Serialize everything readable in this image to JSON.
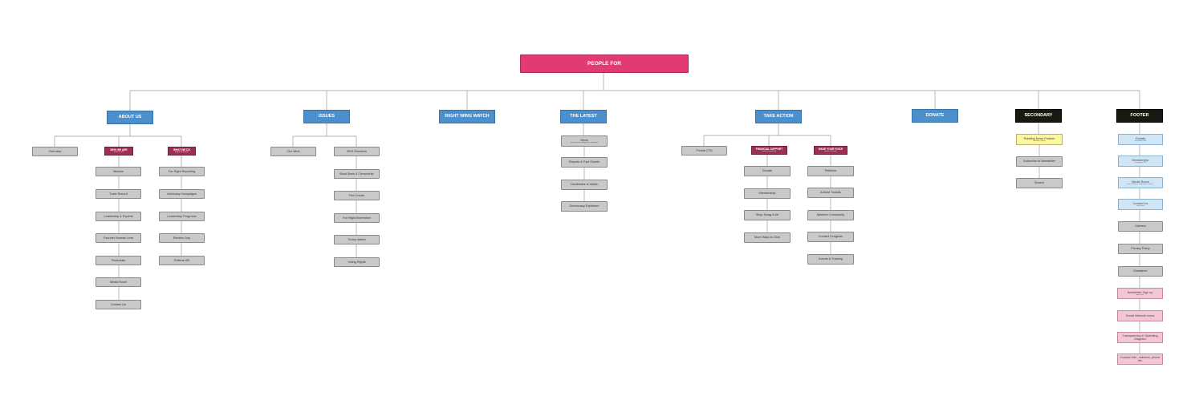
{
  "root": {
    "label": "PEOPLE FOR"
  },
  "sections": {
    "about": {
      "label": "ABOUT US",
      "overview": "Overview",
      "who": {
        "label": "WHO WE ARE",
        "sub": "mission & values"
      },
      "what": {
        "label": "WHAT WE DO",
        "sub": "programs & initiatives"
      },
      "who_items": [
        "Mission",
        "Track Record",
        "Leadership & Experts",
        "Founder Norman Lear",
        "Financials",
        "Media Room",
        "Contact Us"
      ],
      "what_items": [
        "Far Right Reporting",
        "Advocacy Campaigns",
        "Leadership Programs",
        "Election Day",
        "Political AR"
      ]
    },
    "issues": {
      "label": "ISSUES",
      "our_wins": "Our Wins",
      "items": [
        "2024 Elections",
        "Book Bans & Censorship",
        "Fed Courts",
        "Far Right Extremism",
        "Trump Watch",
        "Voting Rights"
      ]
    },
    "rww": {
      "label": "RIGHT WING WATCH"
    },
    "latest": {
      "label": "THE LATEST",
      "news": {
        "label": "News",
        "sub": "press releases, blog posts, statements"
      },
      "items": [
        "Reports & Fact Sheets",
        "Candidates to Watch",
        "Democracy Explained"
      ]
    },
    "action": {
      "label": "TAKE ACTION",
      "florida": "Florida CTA",
      "financial": {
        "label": "FINANCIAL SUPPORT",
        "sub": "donate & membership"
      },
      "voice": {
        "label": "MAKE YOUR VOICE",
        "sub": "petitions & activism"
      },
      "fin_items": [
        "Donate",
        "Membership",
        "Shop Swag & Art",
        "More Ways to Give"
      ],
      "voice_items": [
        "Petitions",
        "Activist Toolkits",
        "Member Community",
        "Contact Congress",
        "Events & Training"
      ]
    },
    "donate": {
      "label": "DONATE"
    },
    "secondary": {
      "label": "SECONDARY",
      "rotating": {
        "label": "Rotating News Feature",
        "sub": "breaking / urgent"
      },
      "items": [
        "Subscribe to Newsletter",
        "Search"
      ]
    },
    "footer": {
      "label": "FOOTER",
      "blue": [
        {
          "label": "Donate",
          "sub": "secondary CTA"
        },
        {
          "label": "Membership",
          "sub": "secondary CTA"
        },
        {
          "label": "Media Room",
          "sub": "press releases, statements, contacts"
        },
        {
          "label": "Contact Us",
          "sub": "form & info"
        }
      ],
      "grey": [
        "Careers",
        "Privacy Policy",
        "Disclaimer"
      ],
      "pink": [
        {
          "label": "Newsletter Sign up",
          "sub": "quick form"
        },
        {
          "label": "Social Network Icons",
          "sub": ""
        },
        {
          "label": "Transparency in Spending Diagram",
          "sub": ""
        },
        {
          "label": "Contact Info - address, phone etc",
          "sub": ""
        }
      ]
    }
  }
}
